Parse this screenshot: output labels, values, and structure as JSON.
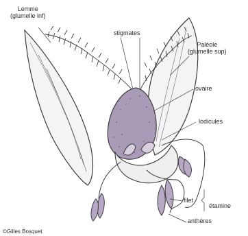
{
  "labels": {
    "lemme": "Lemme",
    "lemme_sub": "(glumelle inf)",
    "stigmates": "stigmates",
    "paleole": "Paléole",
    "paleole_sub": "(glumelle sup)",
    "ovaire": "ovaire",
    "lodicules": "lodicules",
    "filet": "filet",
    "etamine": "étamine",
    "antheres": "anthères"
  },
  "credit": "©Gilles Bosquet",
  "colors": {
    "ink": "#3b3b3b",
    "ovary_fill": "#a99ab7",
    "anther_fill": "#b7a9c6",
    "paper": "#ffffff"
  }
}
